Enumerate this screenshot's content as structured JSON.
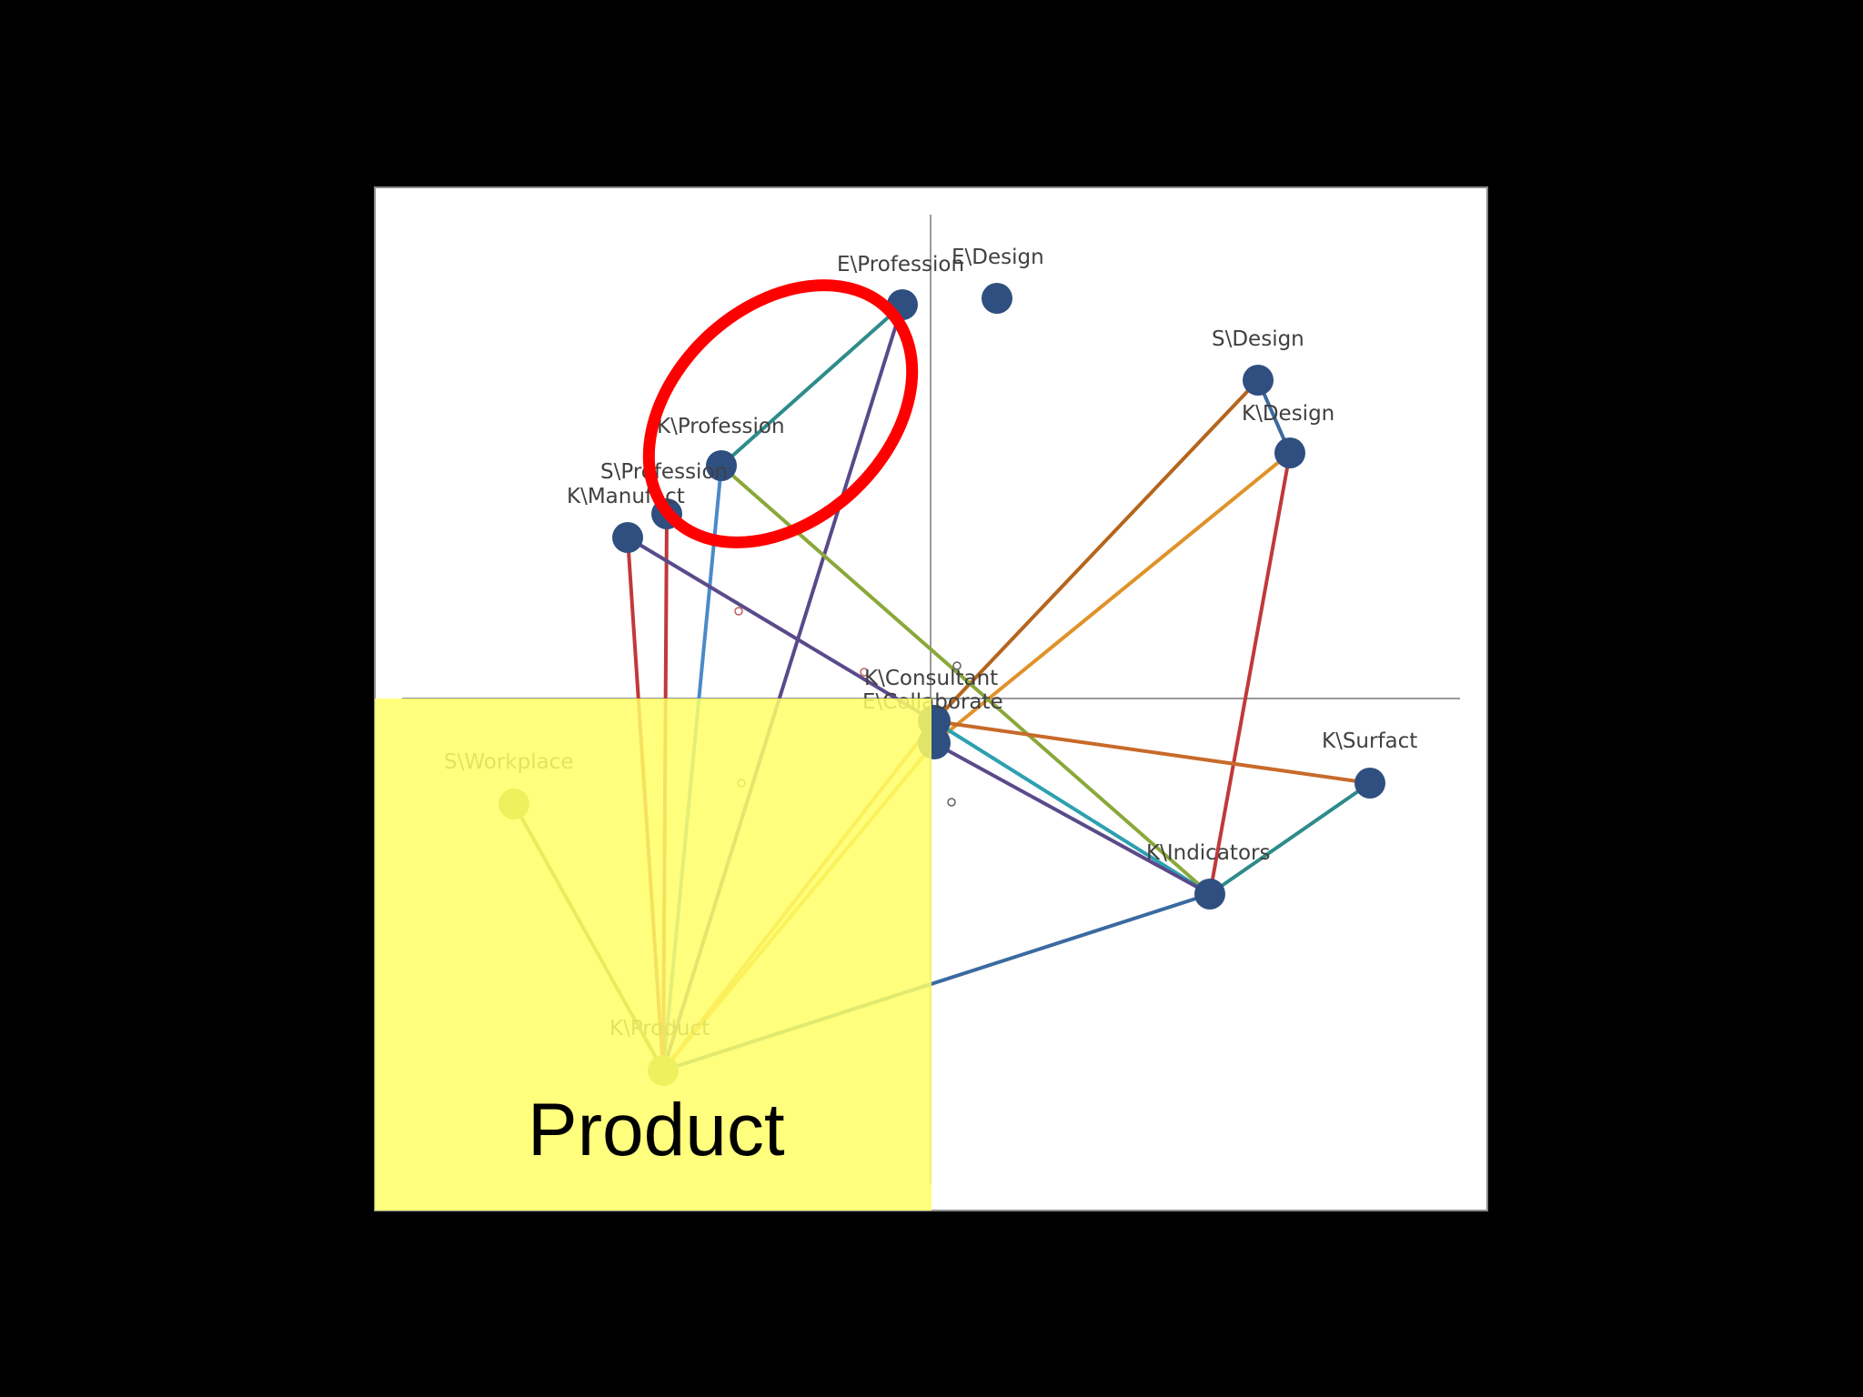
{
  "colors": {
    "background": "#000000",
    "panel": "#ffffff",
    "panel_border": "#8a8a8a",
    "axis": "#9a9a9a",
    "node": "#2f4f80",
    "node_in_highlight": "#8e9a2e",
    "highlight_fill": "#ffff66",
    "highlight_opacity": 0.85,
    "circle_annotation": "#ff0000",
    "label_text": "#404040",
    "label_text_highlight": "#9a9a40"
  },
  "nodes": [
    {
      "id": "e-profession",
      "label": "E\\Profession"
    },
    {
      "id": "e-design",
      "label": "E\\Design"
    },
    {
      "id": "s-design",
      "label": "S\\Design"
    },
    {
      "id": "k-design",
      "label": "K\\Design"
    },
    {
      "id": "k-profession",
      "label": "K\\Profession"
    },
    {
      "id": "s-profession",
      "label": "S\\Profession"
    },
    {
      "id": "k-manufact",
      "label": "K\\Manufact"
    },
    {
      "id": "k-consultant",
      "label": "K\\Consultant"
    },
    {
      "id": "e-collaborate",
      "label": "E\\Collaborate"
    },
    {
      "id": "k-surfact",
      "label": "K\\Surfact"
    },
    {
      "id": "k-indicators",
      "label": "K\\Indicators"
    },
    {
      "id": "s-workplace",
      "label": "S\\Workplace"
    },
    {
      "id": "k-product",
      "label": "K\\Product"
    }
  ],
  "edges": [
    {
      "from": "e-profession",
      "to": "k-profession",
      "color": "#2e8b8b"
    },
    {
      "from": "e-profession",
      "to": "k-product",
      "color": "#5a4a8a"
    },
    {
      "from": "s-design",
      "to": "k-design",
      "color": "#3a6aa0"
    },
    {
      "from": "s-design",
      "to": "k-consultant",
      "color": "#b5651d"
    },
    {
      "from": "k-design",
      "to": "e-collaborate",
      "color": "#e0922a"
    },
    {
      "from": "k-design",
      "to": "k-indicators",
      "color": "#c0393b"
    },
    {
      "from": "k-profession",
      "to": "k-indicators",
      "color": "#8aa83a"
    },
    {
      "from": "k-profession",
      "to": "k-product",
      "color": "#4a8ac8"
    },
    {
      "from": "s-profession",
      "to": "k-product",
      "color": "#c0393b"
    },
    {
      "from": "k-manufact",
      "to": "k-product",
      "color": "#c0393b"
    },
    {
      "from": "k-manufact",
      "to": "k-consultant",
      "color": "#5a4a8a"
    },
    {
      "from": "k-consultant",
      "to": "k-surfact",
      "color": "#c86a2a"
    },
    {
      "from": "k-consultant",
      "to": "k-indicators",
      "color": "#2ea0b0"
    },
    {
      "from": "e-collaborate",
      "to": "k-indicators",
      "color": "#5a4a8a"
    },
    {
      "from": "k-surfact",
      "to": "k-indicators",
      "color": "#2e8b8b"
    },
    {
      "from": "k-indicators",
      "to": "k-product",
      "color": "#3a6aa0"
    },
    {
      "from": "e-collaborate",
      "to": "k-product",
      "color": "#e0a020"
    },
    {
      "from": "k-consultant",
      "to": "k-product",
      "color": "#e0922a"
    },
    {
      "from": "s-workplace",
      "to": "k-product",
      "color": "#6a7a3a"
    }
  ],
  "overlay": {
    "title": "Product"
  }
}
